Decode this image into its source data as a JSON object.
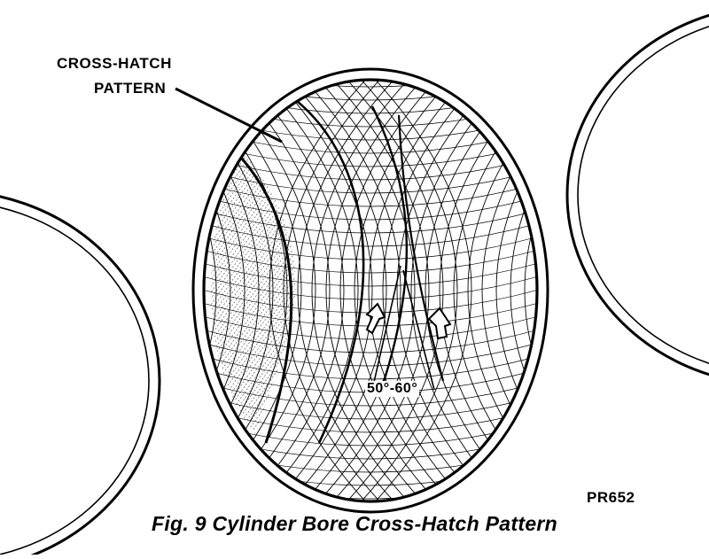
{
  "callout": {
    "line1": "CROSS-HATCH",
    "line2": "PATTERN"
  },
  "angle_label": "50°-60°",
  "ref_code": "PR652",
  "caption": "Fig. 9 Cylinder Bore Cross-Hatch Pattern",
  "colors": {
    "ink": "#000000",
    "paper": "#ffffff"
  }
}
